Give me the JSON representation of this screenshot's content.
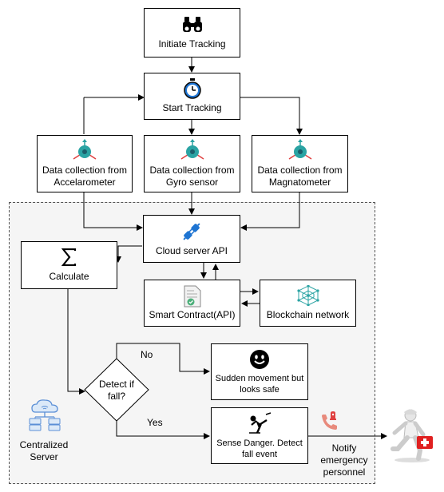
{
  "nodes": {
    "initiate": "Initiate Tracking",
    "start": "Start Tracking",
    "accel": "Data collection from Accelarometer",
    "gyro": "Data collection from Gyro sensor",
    "magneto": "Data collection from Magnatometer",
    "cloud": "Cloud server API",
    "calculate": "Calculate",
    "smart_contract": "Smart Contract(API)",
    "blockchain": "Blockchain network",
    "decision": "Detect if fall?",
    "safe": "Sudden movement but looks safe",
    "danger": "Sense Danger. Detect fall event"
  },
  "edge_labels": {
    "no": "No",
    "yes": "Yes"
  },
  "region_label": "Centralized Server",
  "notify_label": "Notify emergency personnel",
  "icons": [
    "binoculars-icon",
    "stopwatch-icon",
    "axis-sensor-icon",
    "plug-icon",
    "sigma-icon",
    "certificate-icon",
    "blockchain-network-icon",
    "smiley-icon",
    "falling-person-icon",
    "cloud-server-icon",
    "emergency-phone-icon",
    "paramedic-icon"
  ],
  "colors": {
    "accent_blue": "#1e74d2",
    "sensor_teal": "#2aa3a3",
    "region_fill": "#f5f5f5",
    "alert_red": "#e04040"
  }
}
